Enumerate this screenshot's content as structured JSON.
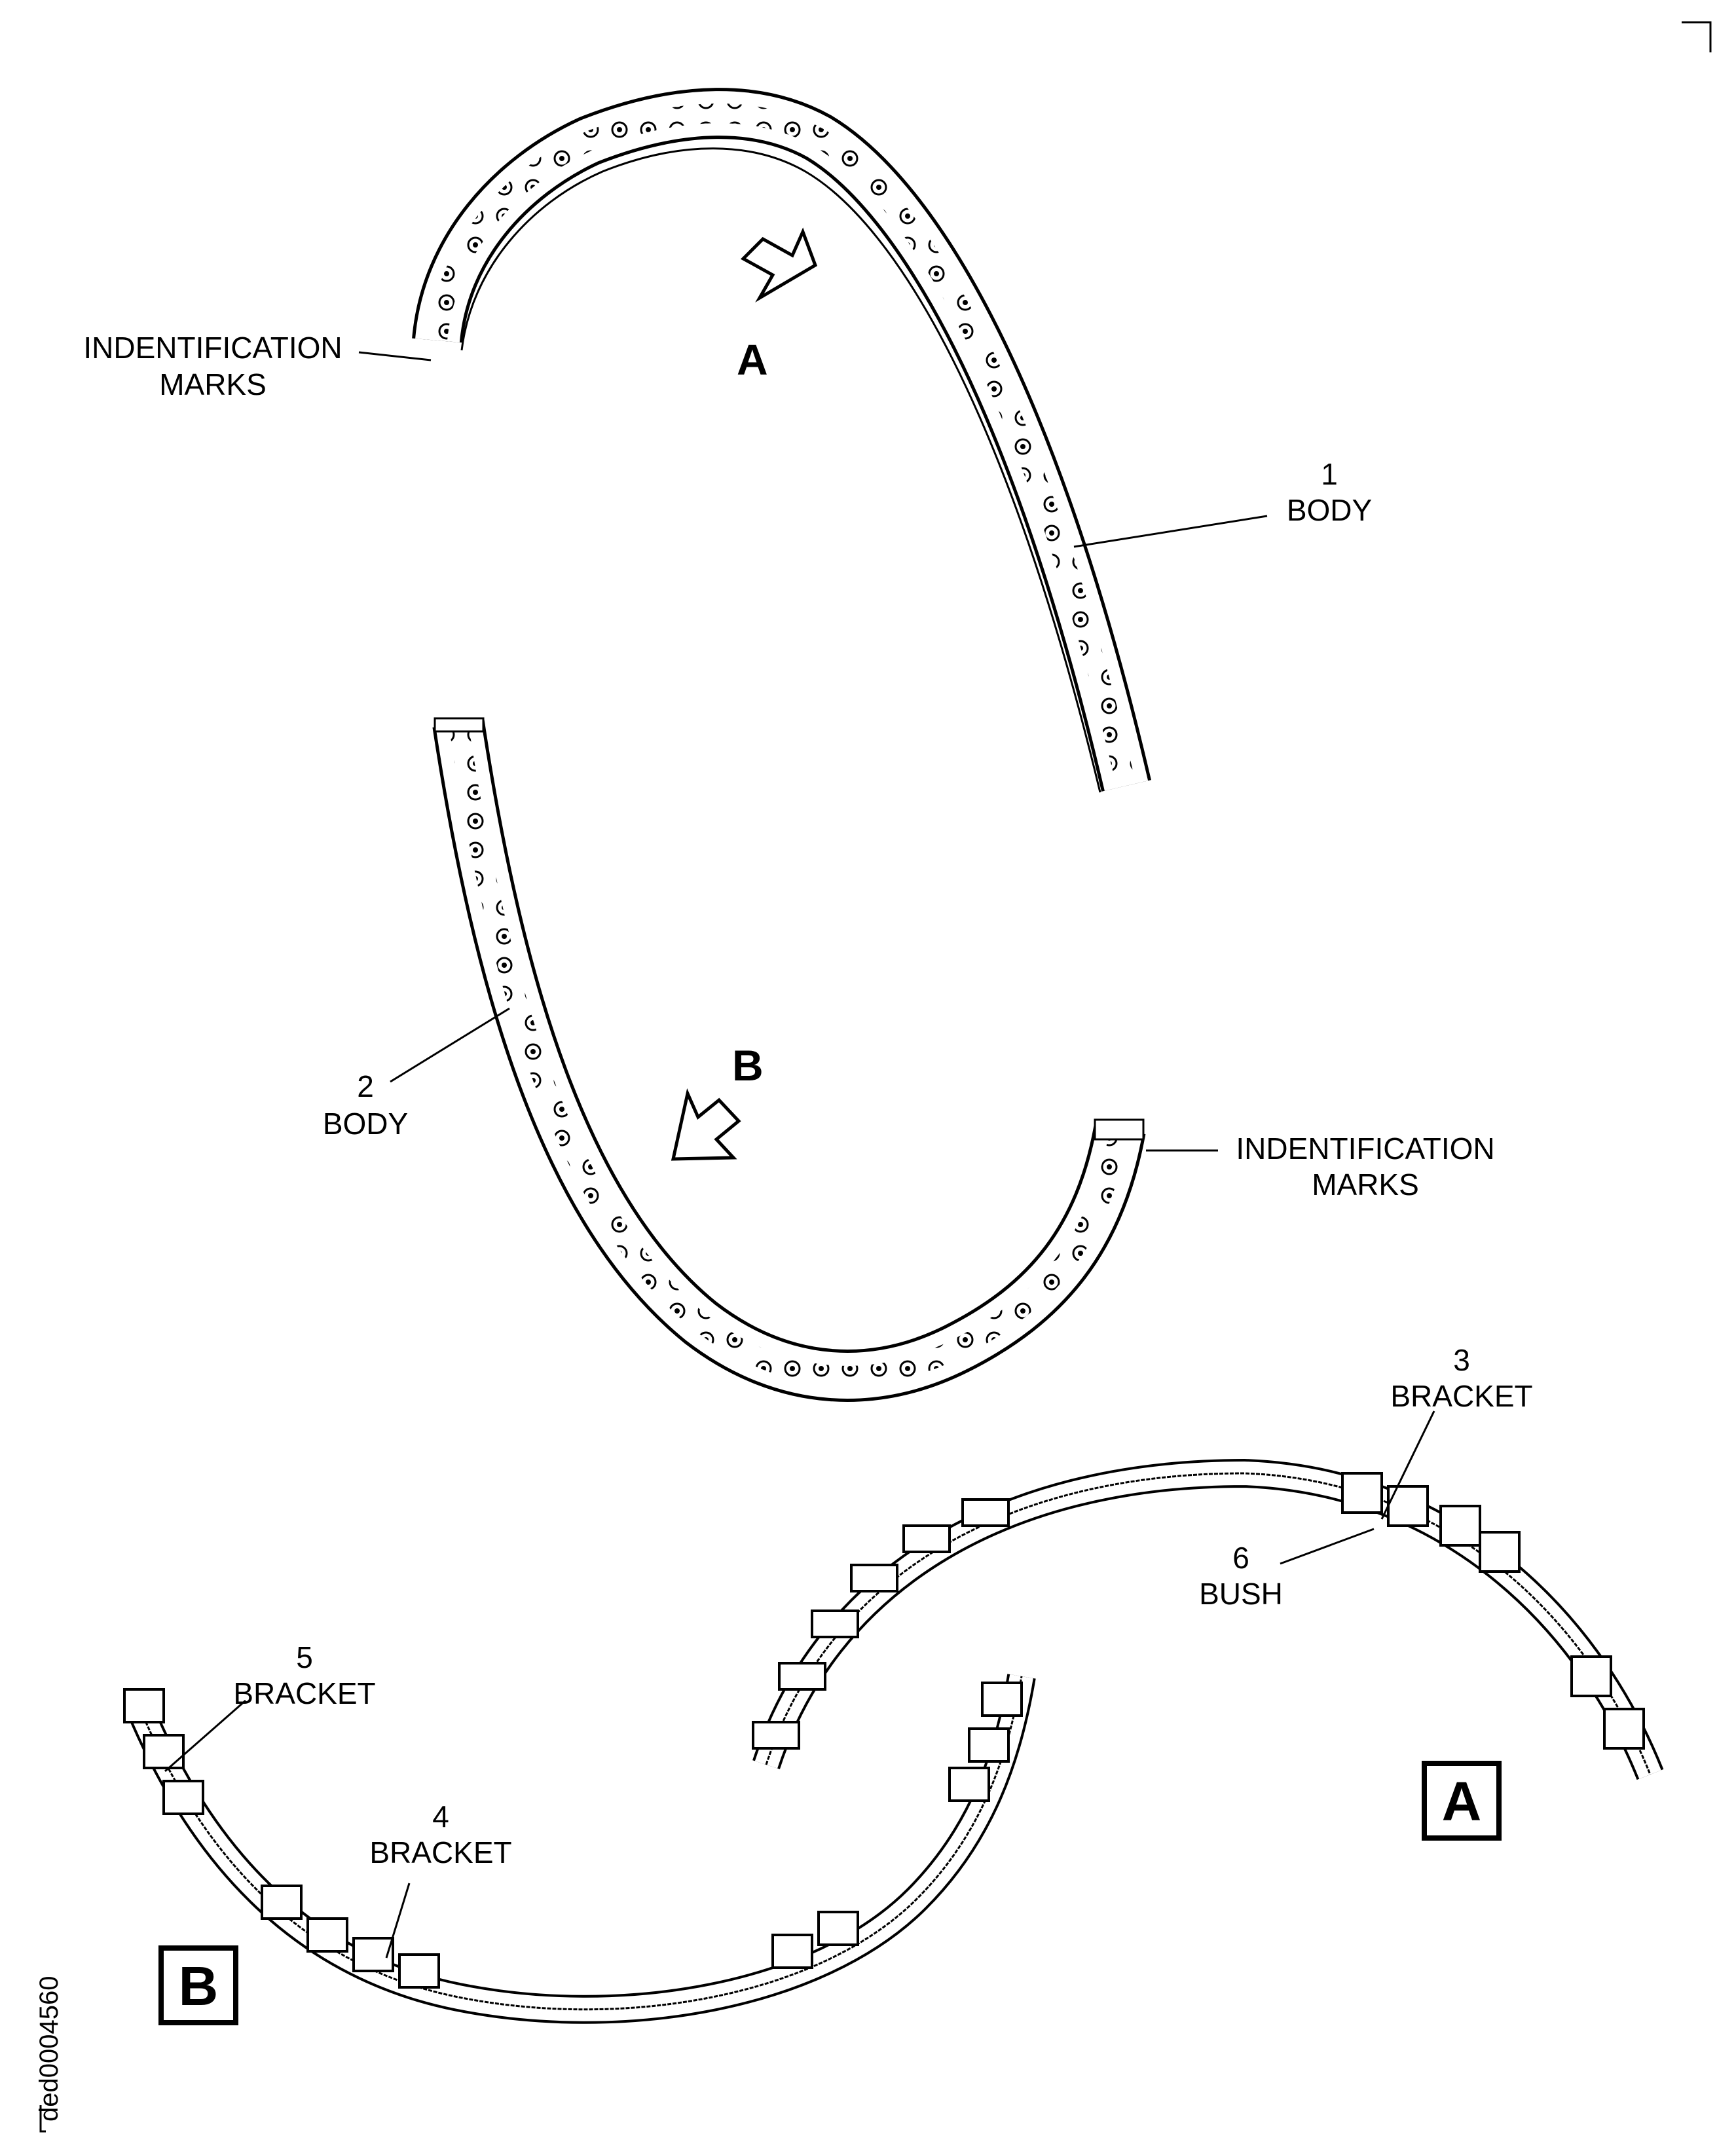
{
  "labels": {
    "ident_top": [
      "INDENTIFICATION",
      "MARKS"
    ],
    "ident_mid": [
      "INDENTIFICATION",
      "MARKS"
    ],
    "body1": [
      "1",
      "BODY"
    ],
    "body2": [
      "2",
      "BODY"
    ],
    "bracket3": [
      "3",
      "BRACKET"
    ],
    "bush6": [
      "6",
      "BUSH"
    ],
    "bracket5": [
      "5",
      "BRACKET"
    ],
    "bracket4": [
      "4",
      "BRACKET"
    ]
  },
  "view_arrows": {
    "a": "A",
    "b": "B"
  },
  "detail_boxes": {
    "a": "A",
    "b": "B"
  },
  "drawing_code": "ded0004560"
}
